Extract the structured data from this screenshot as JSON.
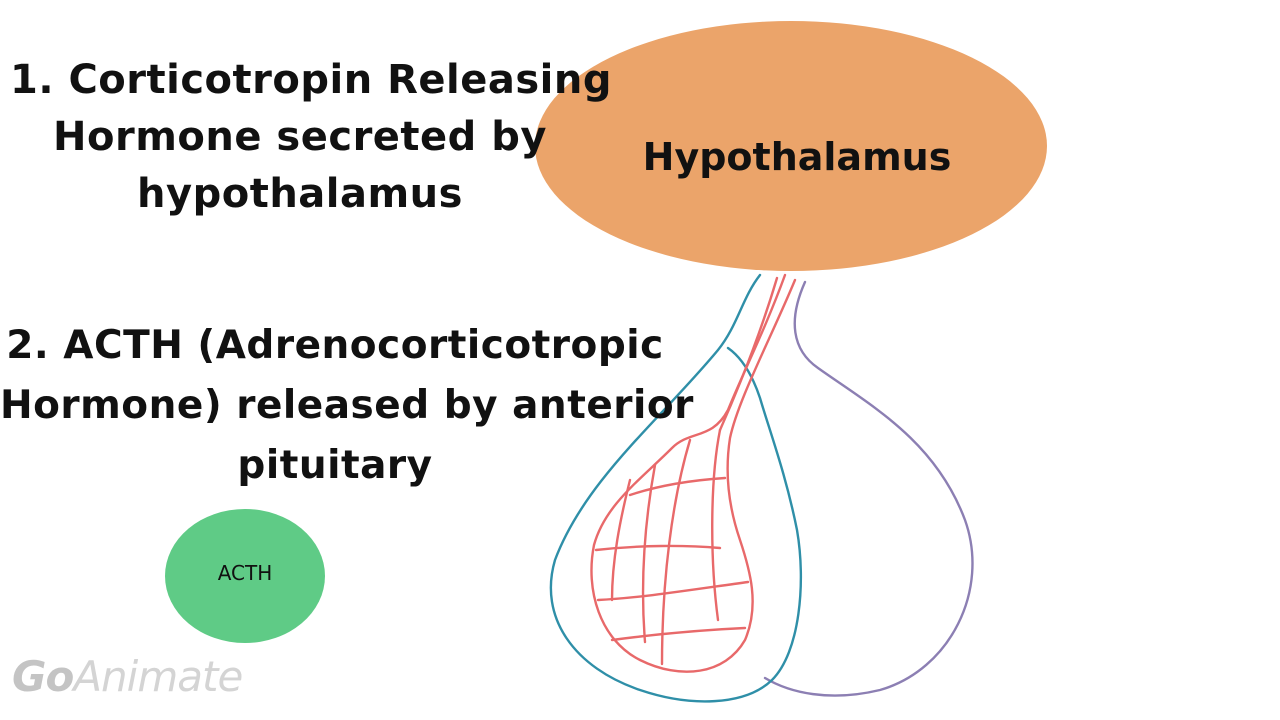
{
  "steps": [
    {
      "lines": [
        "1. Corticotropin Releasing",
        "Hormone secreted by",
        "hypothalamus"
      ]
    },
    {
      "lines": [
        "2. ACTH (Adrenocorticotropic",
        "Hormone) released by anterior",
        "pituitary"
      ]
    }
  ],
  "hypothalamus": {
    "label": "Hypothalamus",
    "color": "#eba46a"
  },
  "acth_ball": {
    "label": "ACTH",
    "color": "#5fcb86"
  },
  "logo": {
    "go": "Go",
    "animate": "Animate"
  },
  "colors": {
    "anterior_outline": "#2f8fa8",
    "posterior_outline": "#8c7fb3",
    "vessels": "#e8696a",
    "text": "#111111"
  }
}
